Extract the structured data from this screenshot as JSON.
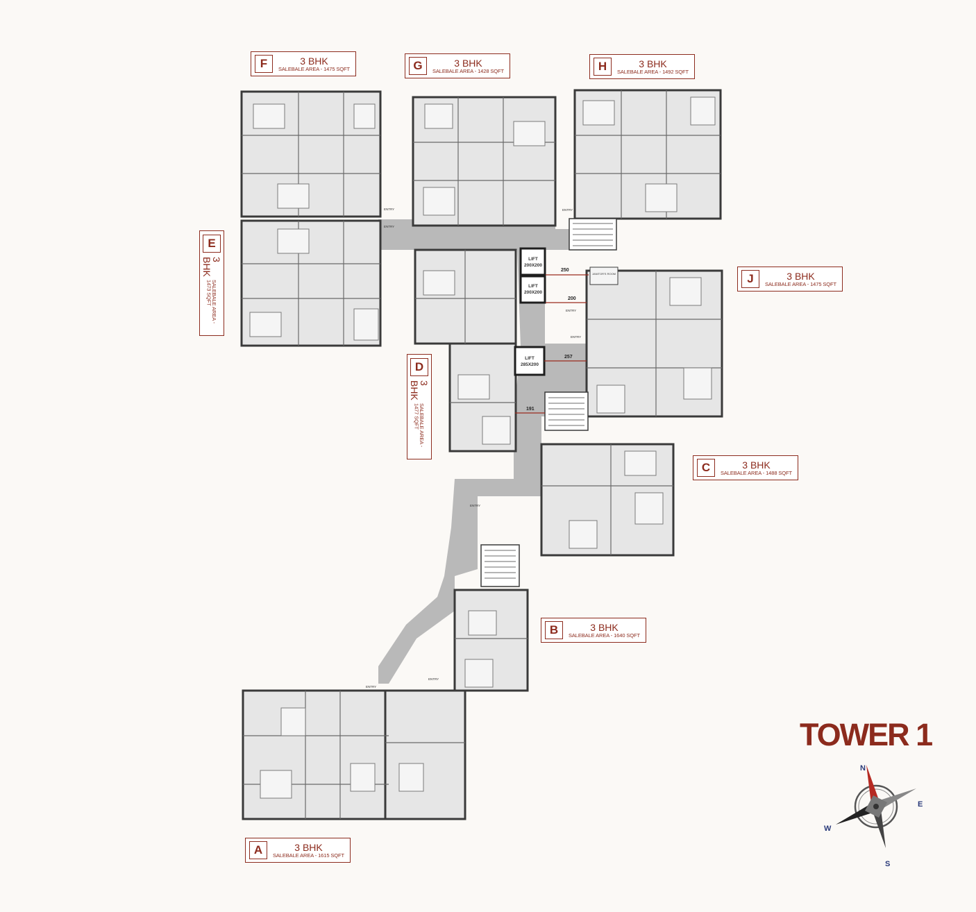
{
  "title": "TOWER 1",
  "colors": {
    "accent": "#8c2b1d",
    "corridor": "#b7b7b7",
    "wall": "#3a3a3a",
    "room": "#e7e7e7",
    "background": "#fbf9f6"
  },
  "units": [
    {
      "letter": "F",
      "type": "3 BHK",
      "area": "SALEBALE AREA - 1475 SQFT"
    },
    {
      "letter": "G",
      "type": "3 BHK",
      "area": "SALEBALE AREA - 1428 SQFT"
    },
    {
      "letter": "H",
      "type": "3 BHK",
      "area": "SALEBALE AREA - 1492 SQFT"
    },
    {
      "letter": "E",
      "type": "3 BHK",
      "area": "SALEBALE AREA - 1473 SQFT"
    },
    {
      "letter": "J",
      "type": "3 BHK",
      "area": "SALEBALE AREA - 1475 SQFT"
    },
    {
      "letter": "D",
      "type": "3 BHK",
      "area": "SALEBALE AREA - 1477 SQFT"
    },
    {
      "letter": "C",
      "type": "3 BHK",
      "area": "SALEBALE AREA - 1488 SQFT"
    },
    {
      "letter": "B",
      "type": "3 BHK",
      "area": "SALEBALE AREA - 1640 SQFT"
    },
    {
      "letter": "A",
      "type": "3 BHK",
      "area": "SALEBALE AREA - 1615 SQFT"
    }
  ],
  "core": {
    "lift1": "LIFT",
    "lift1_size": "200X200",
    "lift2": "LIFT",
    "lift2_size": "200X200",
    "lift3": "LIFT",
    "lift3_size": "285X200",
    "janitor": "JANITOR'S ROOM",
    "dim_250": "250",
    "dim_200": "200",
    "dim_257": "257",
    "dim_191": "191"
  },
  "entry_label": "ENTRY",
  "compass": {
    "n": "N",
    "e": "E",
    "s": "S",
    "w": "W"
  }
}
